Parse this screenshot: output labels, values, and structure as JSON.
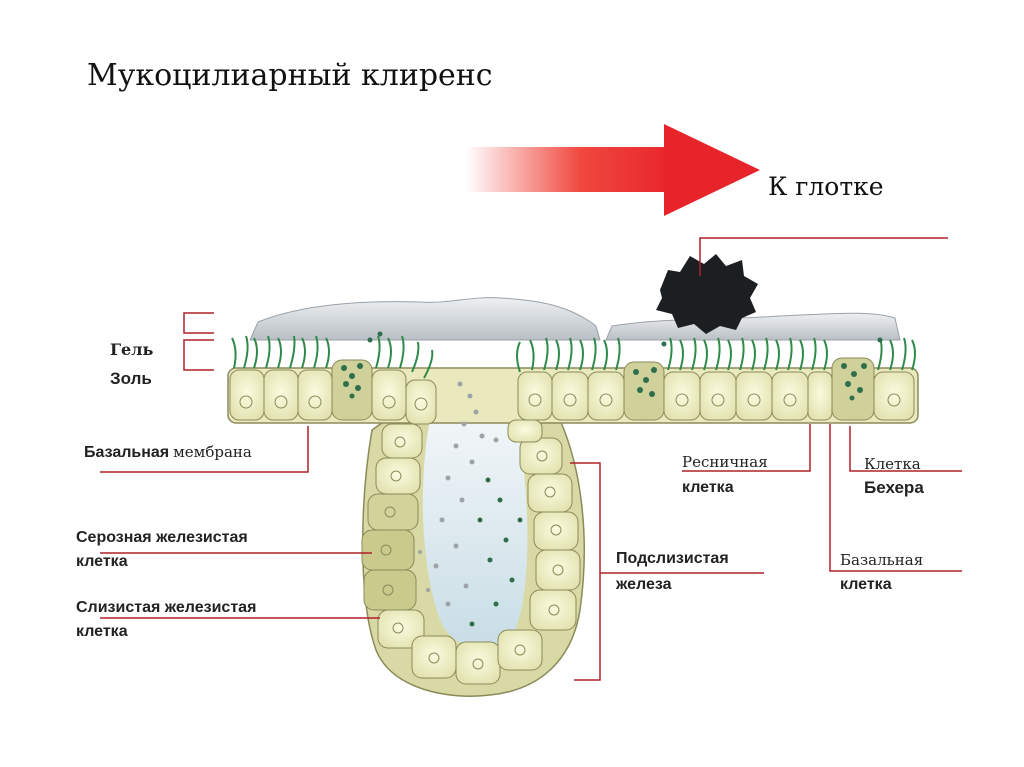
{
  "title": "Мукоцилиарный клиренс",
  "direction_label": "К глотке",
  "labels": {
    "gel": "Гель",
    "sol": "Золь",
    "basal_membrane_a": "Базальная",
    "basal_membrane_b": "мембрана",
    "serous_cell_line1": "Серозная железистая",
    "serous_cell_line2": "клетка",
    "mucous_cell_line1": "Слизистая железистая",
    "mucous_cell_line2": "клетка",
    "ciliated_cell_line1": "Ресничная",
    "ciliated_cell_line2": "клетка",
    "submucosal_gland_line1": "Подслизистая",
    "submucosal_gland_line2": "железа",
    "goblet_cell_line1": "Клетка",
    "goblet_cell_line2": "Бехера",
    "basal_cell_line1": "Базальная",
    "basal_cell_line2": "клетка"
  },
  "colors": {
    "leader_line": "#b0202a",
    "arrow": "#e8242b",
    "cell_fill": "#efefc4",
    "cell_stroke": "#8a8a5a",
    "cilia": "#2f8a4a",
    "mucus": "#c9ced3"
  }
}
